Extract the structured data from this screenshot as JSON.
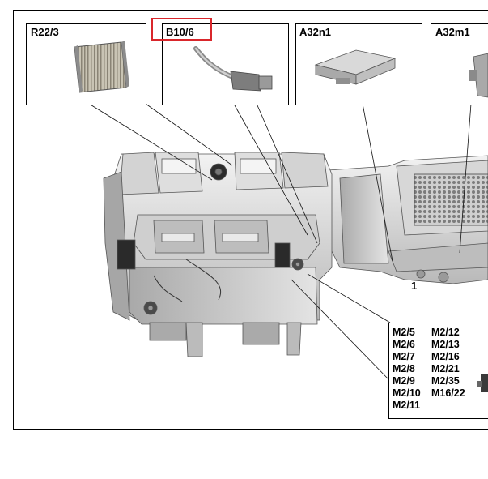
{
  "components": {
    "r22": "R22/3",
    "b10": "B10/6",
    "a32n1": "A32n1",
    "a32m1": "A32m1"
  },
  "highlight_color": "#d9262b",
  "main_callout": "1",
  "motor_list": {
    "col1": [
      "M2/5",
      "M2/6",
      "M2/7",
      "M2/8",
      "M2/9",
      "M2/10",
      "M2/11"
    ],
    "col2": [
      "M2/12",
      "M2/13",
      "M2/16",
      "M2/21",
      "M2/35",
      "M16/22"
    ]
  }
}
